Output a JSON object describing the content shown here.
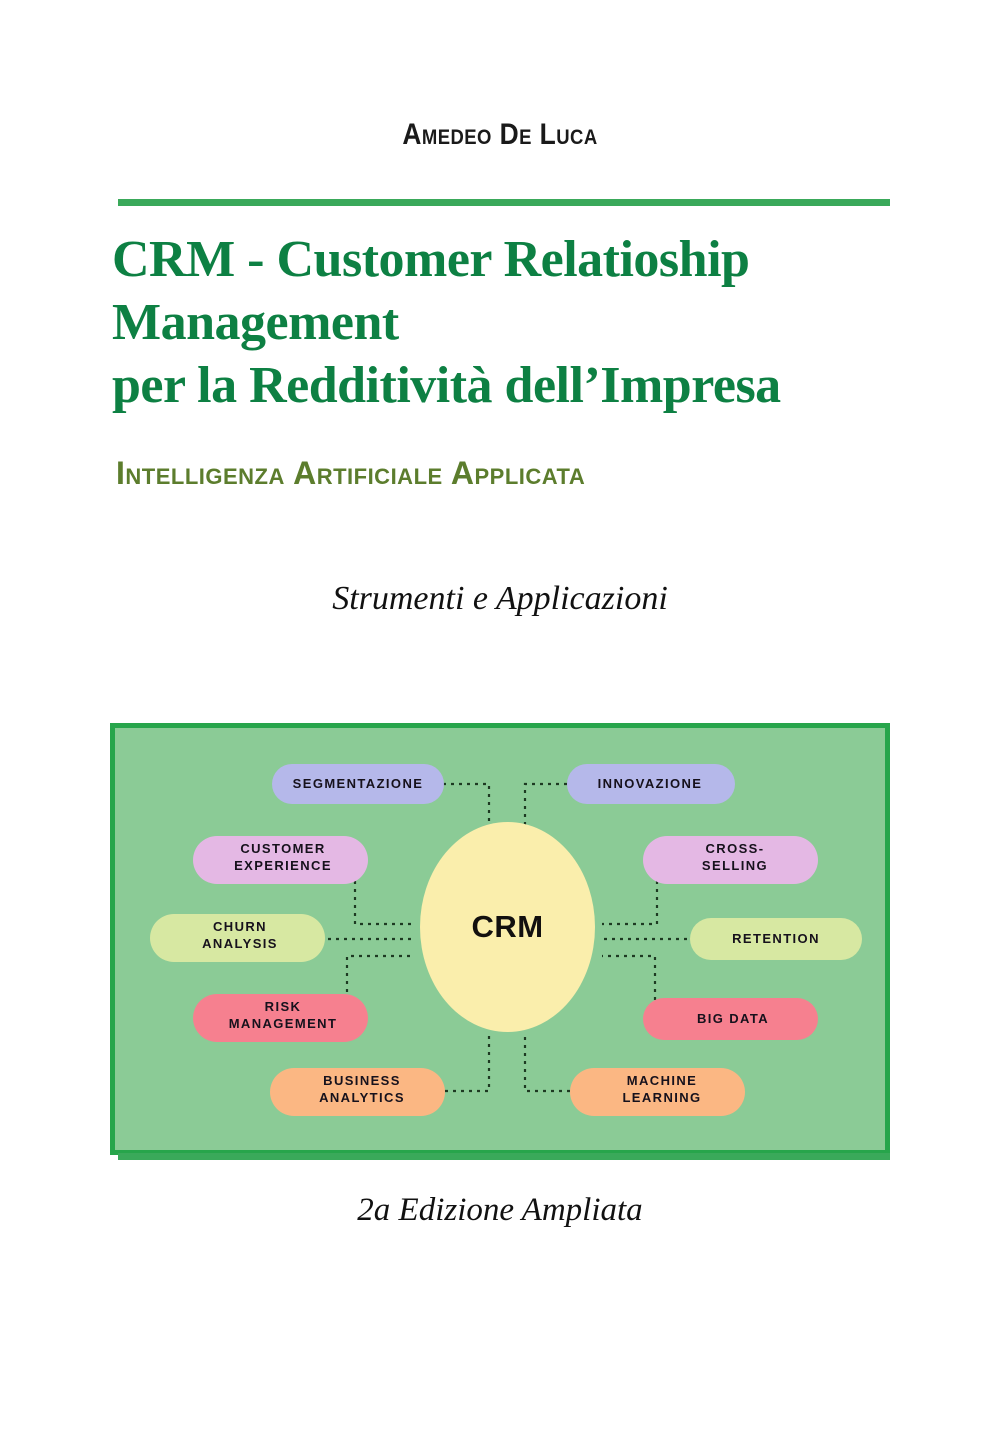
{
  "cover": {
    "author": "Amedeo De Luca",
    "title_lines": [
      "CRM - Customer Relatioship",
      "Management",
      "per la Redditività dell’Impresa"
    ],
    "subtitle": "Intelligenza Artificiale Applicata",
    "tagline": "Strumenti e Applicazioni",
    "edition": "2a Edizione Ampliata",
    "colors": {
      "title_green": "#0d8043",
      "rule_green": "#3aa95a",
      "subtitle_olive": "#5c7d2d",
      "diagram_bg": "#8bcb96",
      "diagram_border": "#27a54b",
      "center_circle": "#faeeac",
      "text_black": "#111111"
    }
  },
  "diagram": {
    "center_label": "CRM",
    "nodes": [
      {
        "label": "SEGMENTAZIONE",
        "color": "#b5b8ea",
        "side": "left"
      },
      {
        "label": "INNOVAZIONE",
        "color": "#b5b8ea",
        "side": "right"
      },
      {
        "label": "CUSTOMER\nEXPERIENCE",
        "color": "#e4b8e4",
        "side": "left"
      },
      {
        "label": "CROSS-\nSELLING",
        "color": "#e4b8e4",
        "side": "right"
      },
      {
        "label": "CHURN\nANALYSIS",
        "color": "#d7e8a2",
        "side": "left"
      },
      {
        "label": "RETENTION",
        "color": "#d7e8a2",
        "side": "right"
      },
      {
        "label": "RISK\nMANAGEMENT",
        "color": "#f6808f",
        "side": "left"
      },
      {
        "label": "BIG DATA",
        "color": "#f6808f",
        "side": "right"
      },
      {
        "label": "BUSINESS\nANALYTICS",
        "color": "#fbb783",
        "side": "left"
      },
      {
        "label": "MACHINE\nLEARNING",
        "color": "#fbb783",
        "side": "right"
      }
    ]
  }
}
